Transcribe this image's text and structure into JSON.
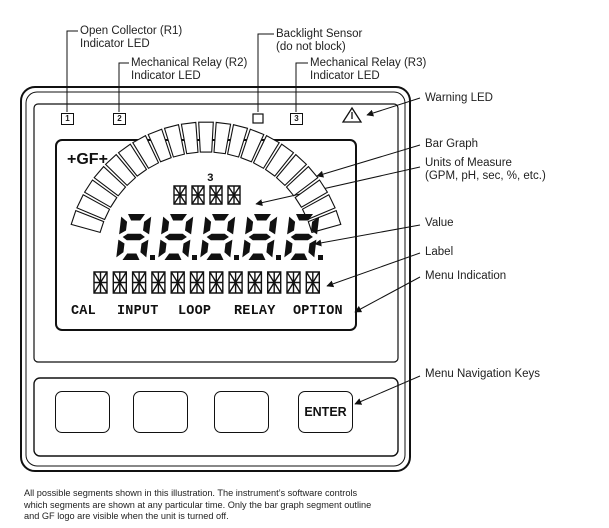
{
  "labels": {
    "open_collector_1": "Open Collector (R1)",
    "open_collector_2": "Indicator LED",
    "backlight_1": "Backlight Sensor",
    "backlight_2": "(do not block)",
    "relay_r2_1": "Mechanical Relay (R2)",
    "relay_r2_2": "Indicator LED",
    "relay_r3_1": "Mechanical Relay (R3)",
    "relay_r3_2": "Indicator LED",
    "warning_led": "Warning LED",
    "bar_graph": "Bar Graph",
    "units_1": "Units of Measure",
    "units_2": "(GPM, pH, sec, %, etc.)",
    "value": "Value",
    "label": "Label",
    "menu_indication": "Menu Indication",
    "menu_nav_keys": "Menu Navigation Keys"
  },
  "leds": {
    "led1": "1",
    "led2": "2",
    "led3": "3"
  },
  "display": {
    "logo": "+GF+",
    "exponent": "3",
    "menu": [
      "CAL",
      "INPUT",
      "LOOP",
      "RELAY",
      "OPTION"
    ]
  },
  "keys": {
    "up_icon": "up-arrow-icon",
    "down_icon": "down-arrow-icon",
    "right_icon": "right-arrow-icon",
    "enter": "ENTER"
  },
  "note": {
    "line1": "All possible segments shown in this illustration.  The instrument’s software controls",
    "line2": "which segments are shown at any particular time. Only the bar graph segment outline",
    "line3": "and GF logo are visible when the unit is turned off."
  }
}
